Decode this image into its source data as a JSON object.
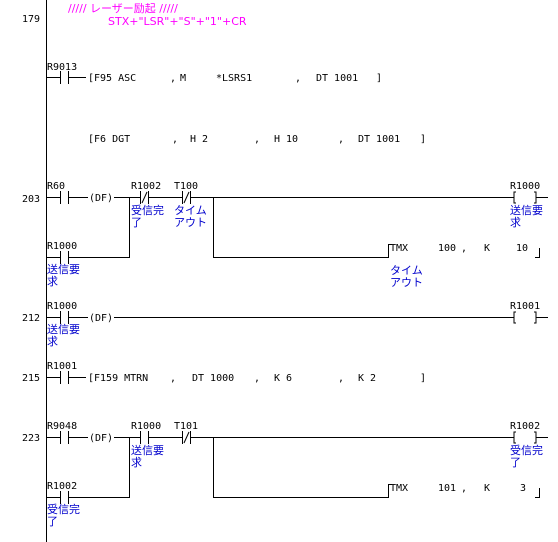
{
  "comment": {
    "line1": "///// レーザー励起 /////",
    "line2": "STX+\"LSR\"+\"S\"+\"1\"+CR"
  },
  "steps": [
    "179",
    "203",
    "212",
    "215",
    "223"
  ],
  "rung179": {
    "contact": "R9013",
    "instr1": "[F95 ASC",
    "instr1_ops": [
      ",",
      "M",
      "*LSRS1",
      ",",
      "DT 1001",
      "]"
    ],
    "instr2": "[F6 DGT",
    "instr2_ops": [
      ",",
      "H 2",
      ",",
      "H 10",
      ",",
      "DT 1001",
      "]"
    ]
  },
  "rung203": {
    "contact": "R60",
    "df": "(DF)",
    "c2": "R1002",
    "c2_label": [
      "受信完",
      "了"
    ],
    "c3": "T100",
    "c3_label": [
      "タイム",
      "アウト"
    ],
    "coil": "R1000",
    "coil_label": [
      "送信要",
      "求"
    ],
    "self": "R1000",
    "self_label": [
      "送信要",
      "求"
    ],
    "tmx": "TMX",
    "tmx_no": "100",
    "tmx_k": "K",
    "tmx_kval": "10",
    "tmx_label": [
      "タイム",
      "アウト"
    ],
    "comma": ","
  },
  "rung212": {
    "contact": "R1000",
    "contact_label": [
      "送信要",
      "求"
    ],
    "df": "(DF)",
    "coil": "R1001"
  },
  "rung215": {
    "contact": "R1001",
    "instr": "[F159 MTRN",
    "ops": [
      ",",
      "DT 1000",
      ",",
      "K 6",
      ",",
      "K 2",
      "]"
    ]
  },
  "rung223": {
    "contact": "R9048",
    "df": "(DF)",
    "c2": "R1000",
    "c2_label": [
      "送信要",
      "求"
    ],
    "c3": "T101",
    "coil": "R1002",
    "coil_label": [
      "受信完",
      "了"
    ],
    "self": "R1002",
    "self_label": [
      "受信完",
      "了"
    ],
    "tmx": "TMX",
    "tmx_no": "101",
    "tmx_k": "K",
    "tmx_kval": "3",
    "comma": ","
  }
}
